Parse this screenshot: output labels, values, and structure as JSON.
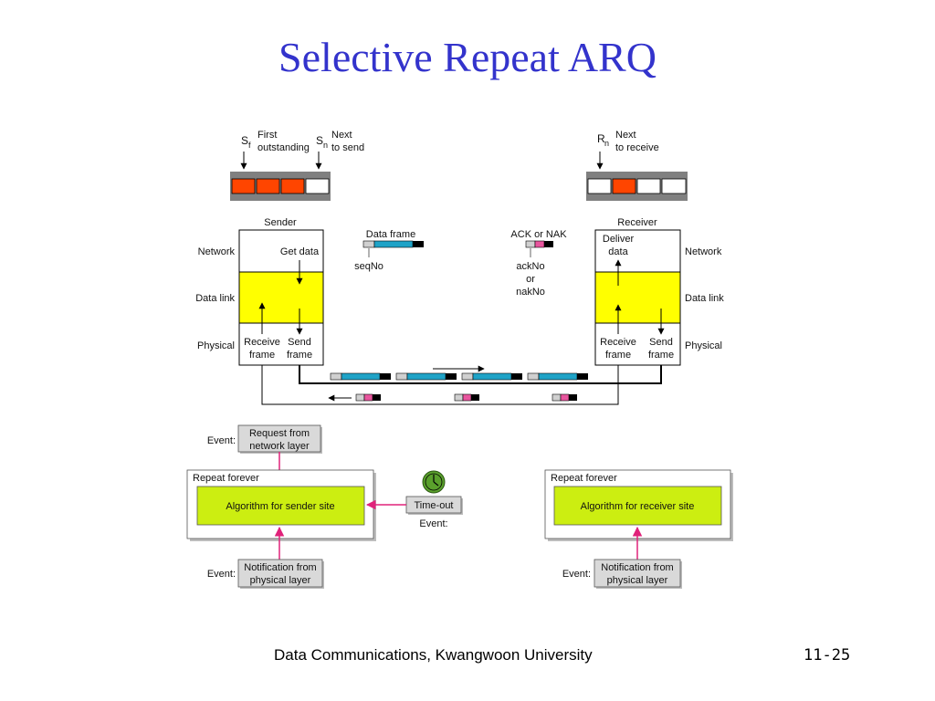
{
  "slide": {
    "title": "Selective Repeat ARQ",
    "footer": "Data Communications, Kwangwoon University",
    "page_number": "11-25"
  },
  "sender_window": {
    "sf_label": "S",
    "sf_sub": "f",
    "sf_text_1": "First",
    "sf_text_2": "outstanding",
    "sn_label": "S",
    "sn_sub": "n",
    "sn_text_1": "Next",
    "sn_text_2": "to send"
  },
  "receiver_window": {
    "rn_label": "R",
    "rn_sub": "n",
    "rn_text_1": "Next",
    "rn_text_2": "to receive"
  },
  "sender": {
    "title": "Sender",
    "network": "Network",
    "data_link": "Data link",
    "physical": "Physical",
    "get_data": "Get data",
    "receive_1": "Receive",
    "receive_2": "frame",
    "send_1": "Send",
    "send_2": "frame"
  },
  "receiver": {
    "title": "Receiver",
    "network": "Network",
    "data_link": "Data link",
    "physical": "Physical",
    "deliver_1": "Deliver",
    "deliver_2": "data",
    "receive_1": "Receive",
    "receive_2": "frame",
    "send_1": "Send",
    "send_2": "frame"
  },
  "legend": {
    "data_frame": "Data frame",
    "seqno": "seqNo",
    "ack_nak": "ACK or NAK",
    "ackno": "ackNo",
    "or": "or",
    "nakno": "nakNo"
  },
  "events": {
    "event_label": "Event:",
    "request_1": "Request from",
    "request_2": "network layer",
    "repeat_forever": "Repeat forever",
    "sender_algo": "Algorithm for sender site",
    "receiver_algo": "Algorithm for receiver site",
    "timeout": "Time-out",
    "notify_1": "Notification from",
    "notify_2": "physical layer"
  },
  "colors": {
    "title": "#3333cc",
    "outstanding": "#ff4500",
    "data_link": "#ffff00",
    "algorithm": "#ccee11",
    "event_box": "#d9d9d9",
    "data_frame": "#1fa3c7",
    "ack_frame": "#e8559e",
    "arrow_event": "#e0227a",
    "clock": "#5aa02c"
  }
}
